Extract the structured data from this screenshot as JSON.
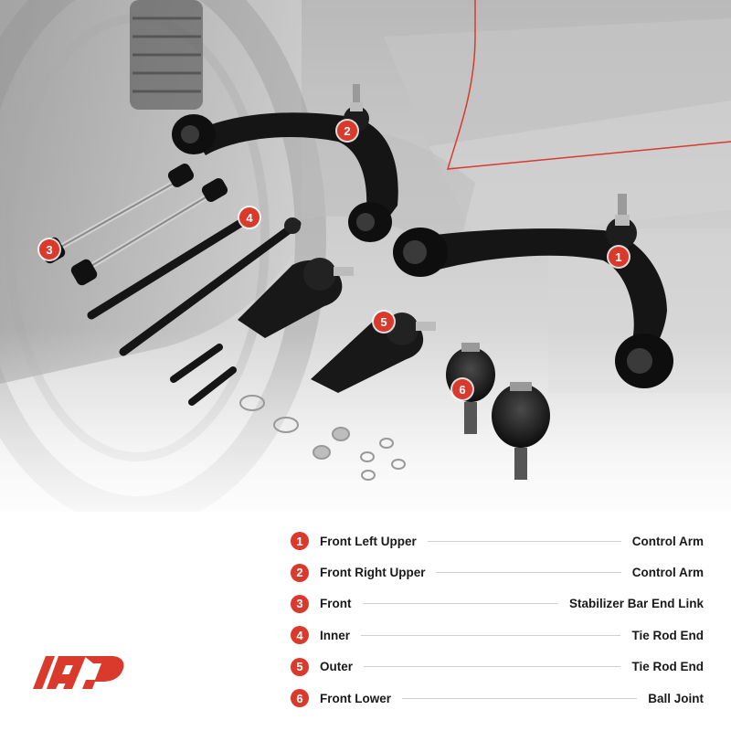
{
  "callouts": [
    {
      "number": "1",
      "left_label": "Front Left Upper",
      "right_label": "Control Arm"
    },
    {
      "number": "2",
      "left_label": "Front Right Upper",
      "right_label": "Control Arm"
    },
    {
      "number": "3",
      "left_label": "Front",
      "right_label": "Stabilizer Bar End Link"
    },
    {
      "number": "4",
      "left_label": "Inner",
      "right_label": "Tie Rod End"
    },
    {
      "number": "5",
      "left_label": "Outer",
      "right_label": "Tie Rod End"
    },
    {
      "number": "6",
      "left_label": "Front Lower",
      "right_label": "Ball Joint"
    }
  ],
  "colors": {
    "accent": "#d93a2b",
    "text": "#1a1a1a"
  },
  "logo": {
    "icon": "brand-logo-icon"
  }
}
